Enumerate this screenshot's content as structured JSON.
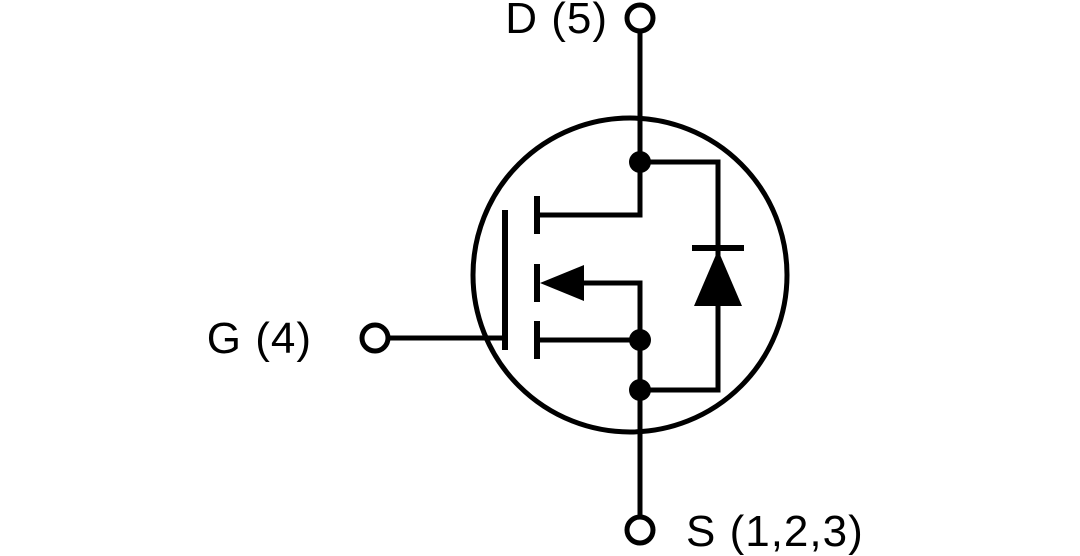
{
  "diagram": {
    "terminals": {
      "drain": {
        "label": "D (5)"
      },
      "gate": {
        "label": "G (4)"
      },
      "source": {
        "label": "S (1,2,3)"
      }
    }
  },
  "colors": {
    "line": "#000000",
    "background": "#ffffff"
  }
}
